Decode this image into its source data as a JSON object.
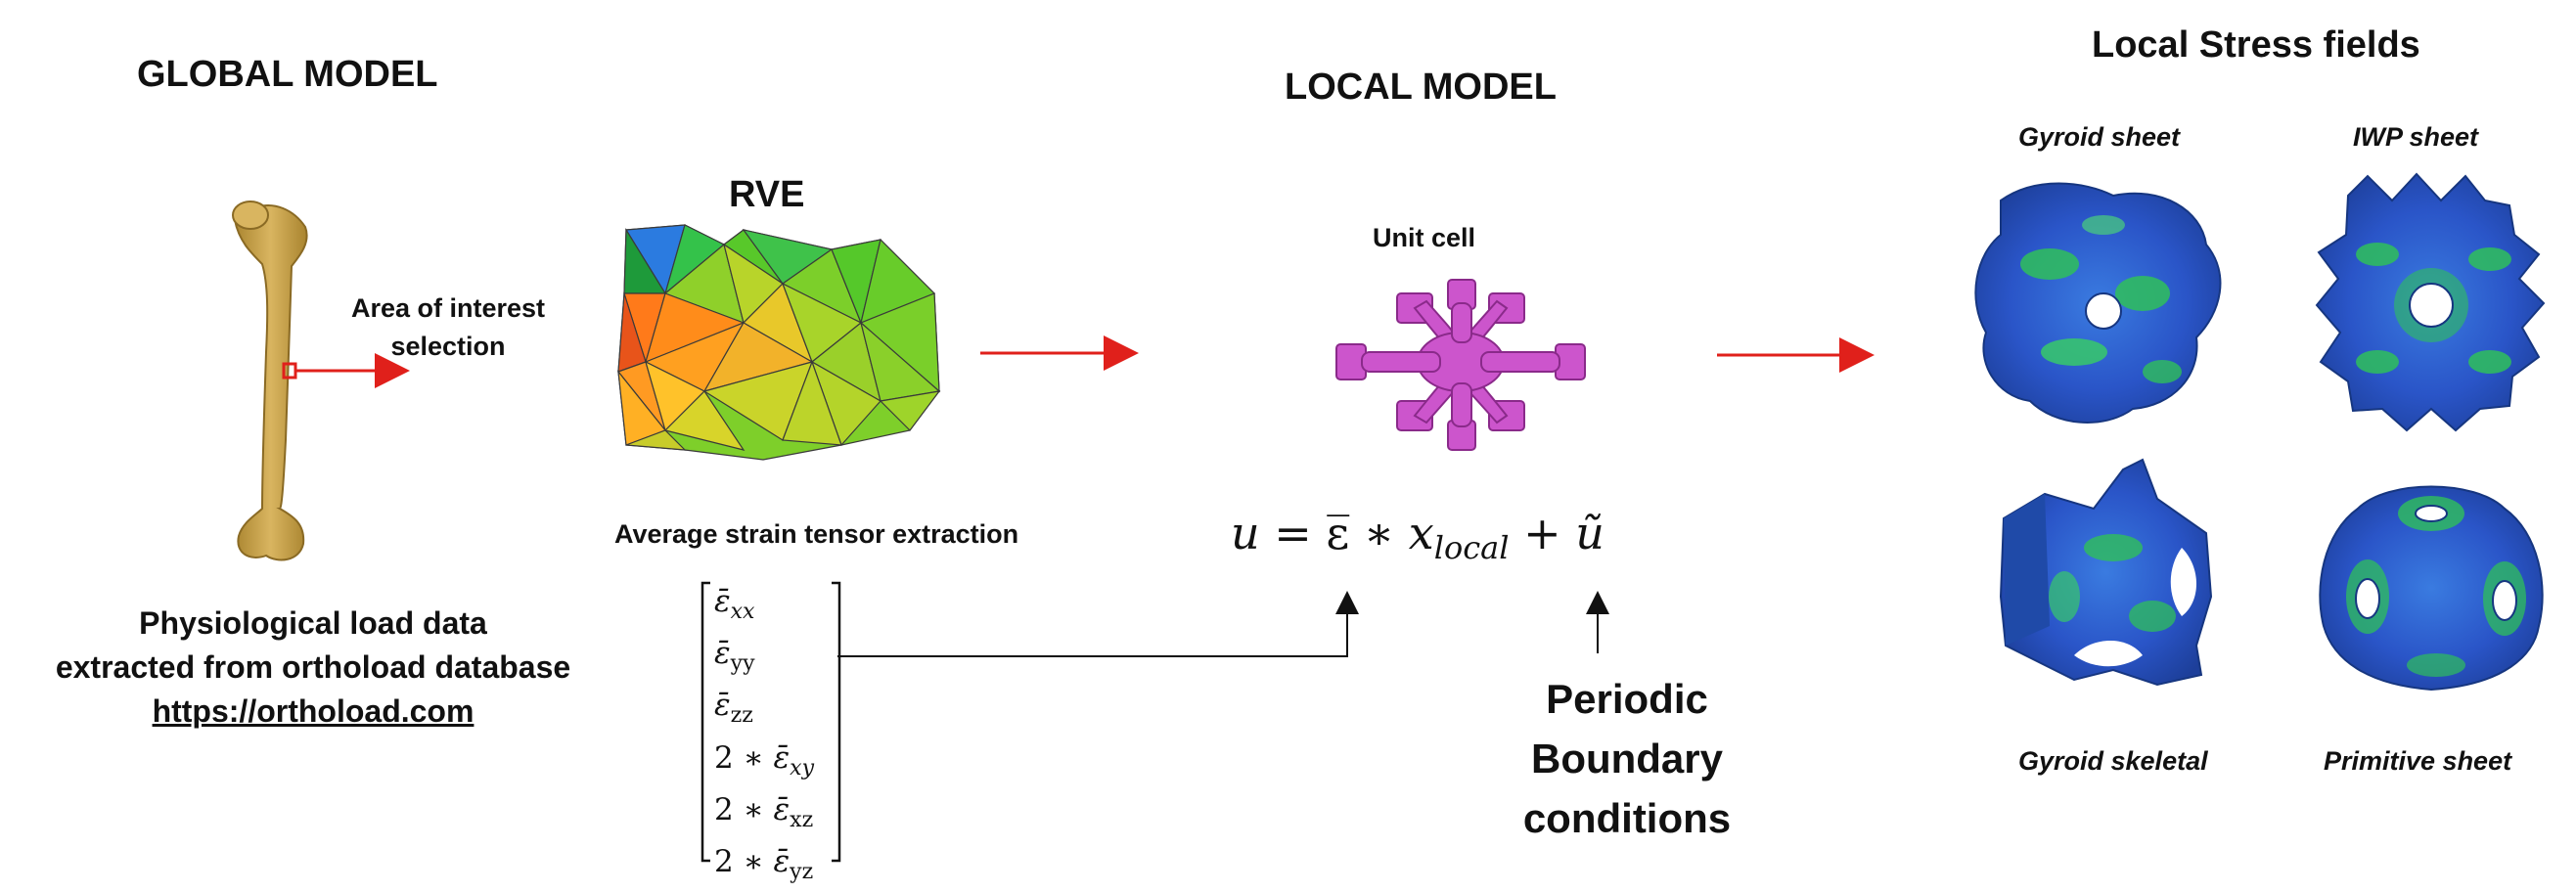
{
  "global": {
    "title": "GLOBAL MODEL",
    "aoi_label_line1": "Area of interest",
    "aoi_label_line2": "selection",
    "load_line1": "Physiological load data",
    "load_line2": "extracted from orthoload database",
    "load_url": "https://orthoload.com"
  },
  "rve": {
    "title": "RVE",
    "caption": "Average strain tensor extraction"
  },
  "matrix": {
    "rows": [
      {
        "coef": "",
        "sub": "xx"
      },
      {
        "coef": "",
        "sub": "yy"
      },
      {
        "coef": "",
        "sub": "zz"
      },
      {
        "coef": "2 ∗ ",
        "sub": "xy"
      },
      {
        "coef": "2 ∗ ",
        "sub": "xz"
      },
      {
        "coef": "2 ∗ ",
        "sub": "yz"
      }
    ]
  },
  "local": {
    "title": "LOCAL MODEL",
    "unit_cell_label": "Unit cell",
    "eq_left": "u = ",
    "eq_eps": "ε̅",
    "eq_mid": " ∗ x",
    "eq_sub": "local",
    "eq_plus": " + ",
    "eq_u": "ũ",
    "pbc_line1": "Periodic",
    "pbc_line2": "Boundary",
    "pbc_line3": "conditions"
  },
  "stress": {
    "title": "Local Stress fields",
    "labels": [
      "Gyroid sheet",
      "IWP sheet",
      "Gyroid skeletal",
      "Primitive sheet"
    ]
  },
  "colors": {
    "arrow_red": "#e0201b",
    "bone": "#c9a24a",
    "unit_cell": "#cc55cc",
    "stress_blue": "#2a55c8",
    "stress_green": "#2fbf5a"
  }
}
